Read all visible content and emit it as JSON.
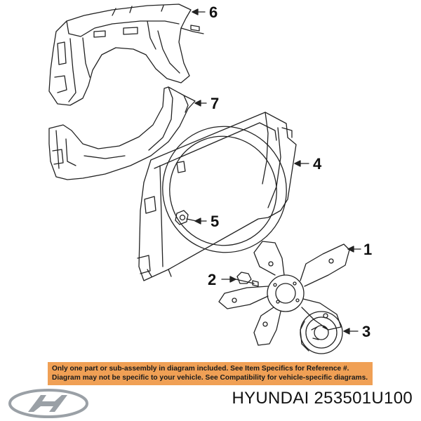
{
  "callouts": [
    {
      "id": "1",
      "part": "fan blade"
    },
    {
      "id": "2",
      "part": "bolt"
    },
    {
      "id": "3",
      "part": "fan clutch"
    },
    {
      "id": "4",
      "part": "fan shroud"
    },
    {
      "id": "5",
      "part": "bolt"
    },
    {
      "id": "6",
      "part": "upper shroud"
    },
    {
      "id": "7",
      "part": "shroud seal"
    }
  ],
  "notice": {
    "line1": "Only one part or sub-assembly in diagram included. See Item Specifics for Reference #.",
    "line2": "Diagram may not be specific to your vehicle. See Compatibility for vehicle-specific diagrams.",
    "background": "#f0a055"
  },
  "caption": {
    "brand": "HYUNDAI",
    "part_number": "253501U100",
    "text": "HYUNDAI 253501U100"
  },
  "colors": {
    "line": "#222222",
    "notice_bg": "#f0a055"
  }
}
